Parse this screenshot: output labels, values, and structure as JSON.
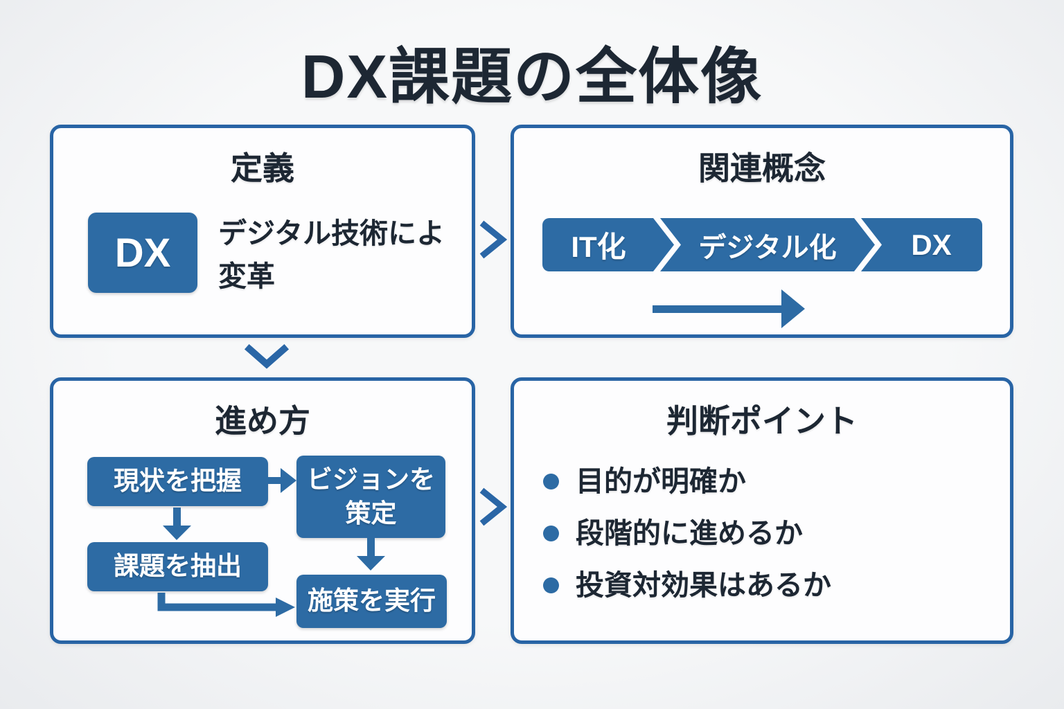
{
  "title": "DX課題の全体像",
  "colors": {
    "primary_blue": "#2d6ba4",
    "border_blue": "#2864a5",
    "dark_navy": "#1d2733",
    "background": "#f2f3f5",
    "panel_white": "#fdfdfe"
  },
  "definition": {
    "heading": "定義",
    "badge": "DX",
    "description": "デジタル技術によ\n変革"
  },
  "related_concepts": {
    "heading": "関連概念",
    "steps": [
      "IT化",
      "デジタル化",
      "DX"
    ]
  },
  "process": {
    "heading": "進め方",
    "step1": "現状を把握",
    "step2": "ビジョンを\n策定",
    "step3": "課題を抽出",
    "step4": "施策を実行"
  },
  "judgment": {
    "heading": "判断ポイント",
    "bullets": [
      "目的が明確か",
      "段階的に進めるか",
      "投資対効果はあるか"
    ]
  }
}
